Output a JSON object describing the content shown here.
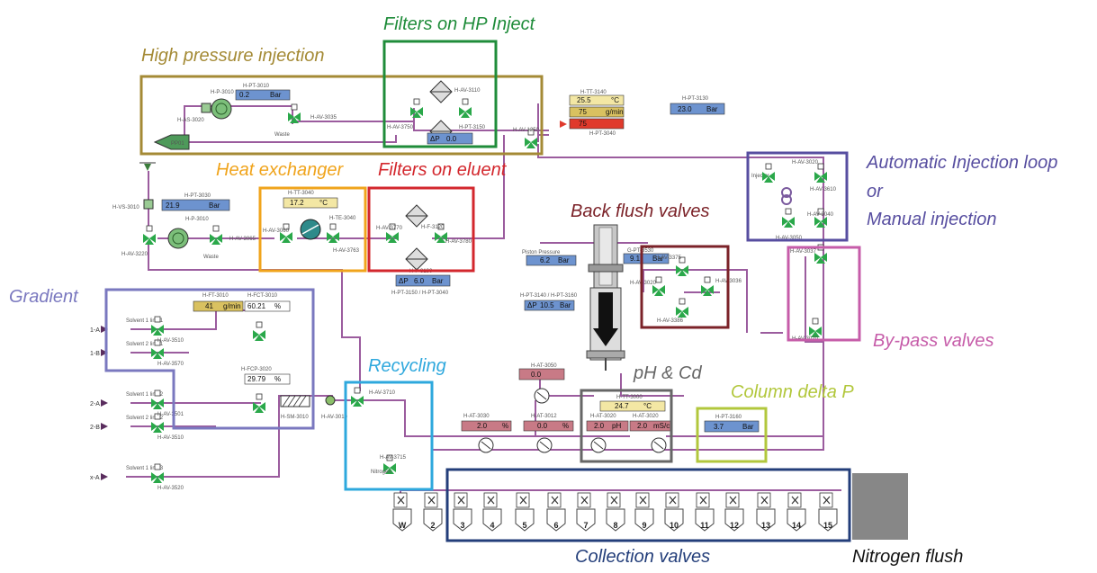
{
  "colors": {
    "pipe": "#9b5c9e",
    "highPressure": "#a48a35",
    "filtersHP": "#1f8c3a",
    "heatExchanger": "#f0a41c",
    "filtersEluent": "#d3272d",
    "backFlush": "#7b2228",
    "autoInjection": "#574ea0",
    "byPass": "#c65ca9",
    "gradient": "#7a78bf",
    "recycling": "#2ea8dd",
    "phCd": "#666666",
    "columnDeltaP": "#b2c73c",
    "collection": "#233e7a",
    "nitrogen": "#878787",
    "fieldBlue": "#6d93cf",
    "fieldYellow": "#d9c160",
    "fieldRed": "#c87a86",
    "fieldAlarm": "#e03a2c"
  },
  "labels": {
    "high_pressure": "High pressure injection",
    "filters_hp": "Filters on HP Inject",
    "heat_exchanger": "Heat exchanger",
    "filters_eluent": "Filters on eluent",
    "back_flush": "Back flush valves",
    "auto_injection_1": "Automatic Injection loop",
    "auto_injection_2": "or",
    "auto_injection_3": "Manual injection",
    "gradient": "Gradient",
    "recycling": "Recycling",
    "ph_cd": "pH & Cd",
    "column_delta_p": "Column delta P",
    "by_pass": "By-pass valves",
    "collection": "Collection valves",
    "nitrogen": "Nitrogen flush"
  },
  "values": {
    "hp_pressure": "0.2",
    "hp_pressure_unit": "Bar",
    "hp_dp": "0.0",
    "hp_dp_prefix": "ΔP",
    "temp_1": "25.5",
    "temp_1_unit": "°C",
    "temp_2": "75",
    "temp_2_unit": "g/min",
    "temp_3": "75",
    "pt_3130": "23.0",
    "pt_3130_unit": "Bar",
    "pt_3030": "21.9",
    "pt_3030_unit": "Bar",
    "tt_3040": "17.2",
    "tt_3040_unit": "°C",
    "dp_eluent": "6.0",
    "dp_eluent_unit": "Bar",
    "dp_eluent_prefix": "ΔP",
    "piston_pressure_label": "Piston Pressure",
    "piston_pressure": "6.2",
    "piston_pressure_unit": "Bar",
    "g_pt": "9.1",
    "g_pt_unit": "Bar",
    "dp_column": "10.5",
    "dp_column_unit": "Bar",
    "dp_column_prefix": "ΔP",
    "grad_flow": "41",
    "grad_flow_unit": "g/min",
    "grad_pct": "60.21",
    "grad_pct_unit": "%",
    "grad_pct2": "29.79",
    "grad_pct2_unit": "%",
    "solvent_1_line_1": "Solvent 1 line 1",
    "solvent_2_line_1": "Solvent 2 line 1",
    "solvent_1_line_2": "Solvent 1 line 2",
    "solvent_2_line_2": "Solvent 2 line 2",
    "solvent_1_line_3": "Solvent 1 line 3",
    "at_3050": "0.0",
    "at_3030": "2.0",
    "at_3030_unit": "%",
    "at_3012": "0.0",
    "at_3012_unit": "%",
    "ph_temp": "24.7",
    "ph_temp_unit": "°C",
    "ph": "2.0",
    "ph_unit": "pH",
    "cd": "2.0",
    "cd_unit": "mS/c",
    "delta_p": "3.7",
    "delta_p_unit": "Bar",
    "nitrogen_text": "Nitrogen",
    "waste_text": "Waste"
  },
  "collection_outlets": [
    "W",
    "2",
    "3",
    "4",
    "5",
    "6",
    "7",
    "8",
    "9",
    "10",
    "11",
    "12",
    "13",
    "14",
    "15"
  ]
}
